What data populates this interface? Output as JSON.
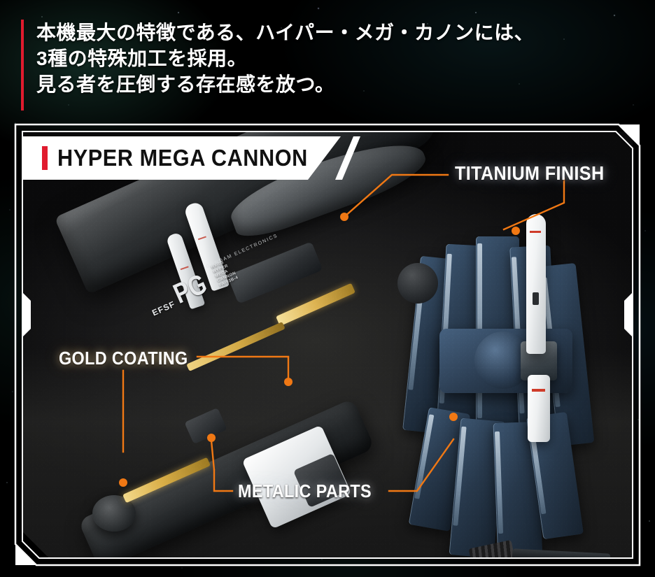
{
  "headline": {
    "accent_color": "#E01B2E",
    "lines": [
      "本機最大の特徴である、ハイパー・メガ・カノンには、",
      "3種の特殊加工を採用。",
      "見る者を圧倒する存在感を放つ。"
    ]
  },
  "panel": {
    "title": "HYPER MEGA CANNON",
    "title_accent_color": "#E01B2E",
    "frame_color": "#FFFFFF",
    "background_color": "#0A0A0B"
  },
  "callouts": [
    {
      "id": "titanium-finish",
      "label": "TITANIUM FINISH",
      "color": "#FFFFFF",
      "leader_color": "#F07814"
    },
    {
      "id": "gold-coating",
      "label": "GOLD COATING",
      "color": "#FFFFFF",
      "leader_color": "#F07814"
    },
    {
      "id": "metalic-parts",
      "label": "METALIC PARTS",
      "color": "#FFFFFF",
      "leader_color": "#F07814"
    }
  ],
  "product": {
    "markings": {
      "pg": "PG",
      "efsf": "EFSF",
      "brand": "GUNDAM ELECTRONICS",
      "spec_lines": "RX-93\nHYPER\nMEGA\nCANNON\nFA-93B-4"
    }
  },
  "colors": {
    "accent_red": "#E01B2E",
    "leader_orange": "#F07814",
    "gold": "#D9AE47",
    "navy": "#27384B",
    "background": "#000000"
  }
}
